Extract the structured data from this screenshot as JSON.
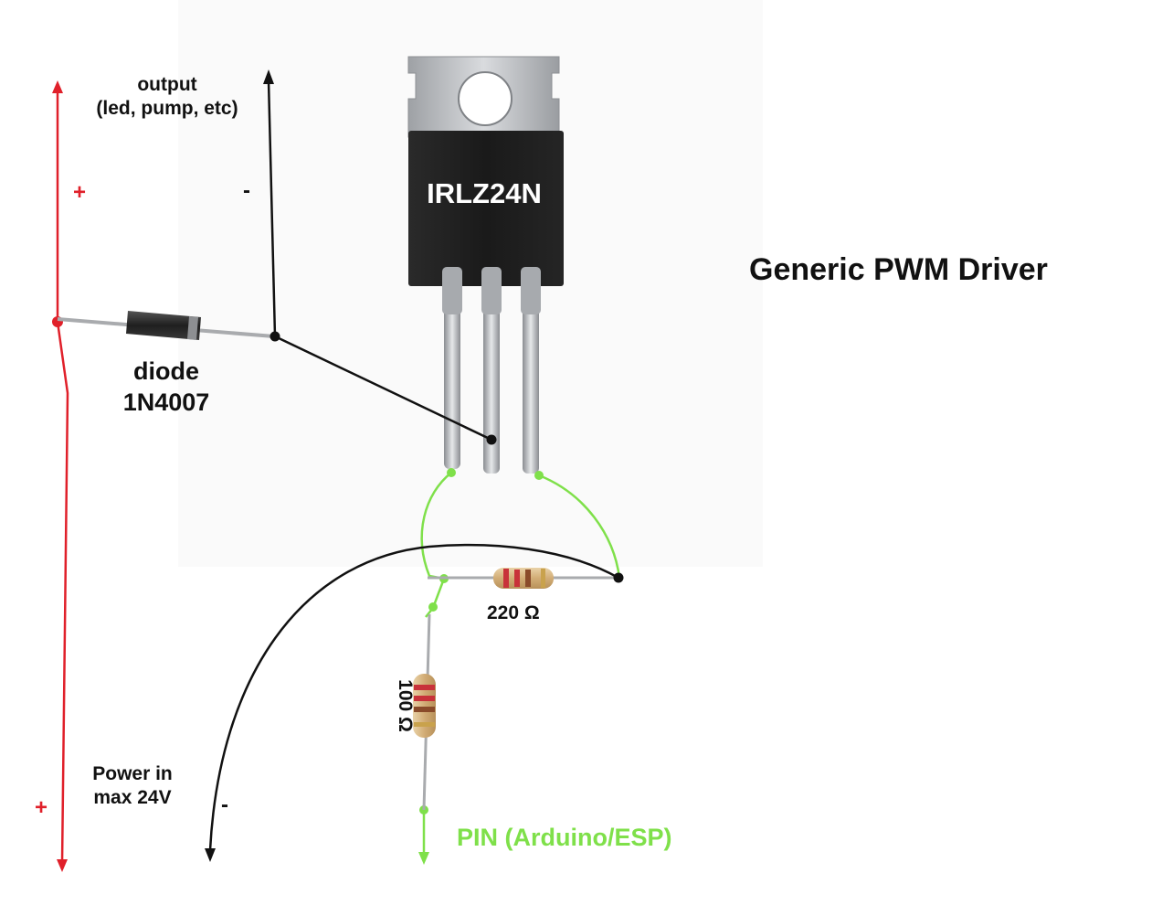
{
  "title": "Generic PWM Driver",
  "transistor": {
    "label": "IRLZ24N"
  },
  "output": {
    "line1": "output",
    "line2": "(led, pump, etc)",
    "plus": "+",
    "minus": "-"
  },
  "diode": {
    "line1": "diode",
    "line2": "1N4007"
  },
  "power": {
    "line1": "Power in",
    "line2": "max 24V",
    "plus": "+",
    "minus": "-"
  },
  "resistor_gate": {
    "label": "220 Ω"
  },
  "resistor_pin": {
    "label": "100 Ω"
  },
  "pin": {
    "label": "PIN (Arduino/ESP)"
  },
  "colors": {
    "positive": "#e0202a",
    "negative": "#111111",
    "signal": "#7fe04a",
    "signal_text": "#7fe04a",
    "mosfet_body": "#1e1e1e",
    "mosfet_tab": "#b9bcc0",
    "resistor_body": "#d6b484",
    "resistor_band": "#c8323a",
    "diode_body": "#2a2a2a"
  }
}
